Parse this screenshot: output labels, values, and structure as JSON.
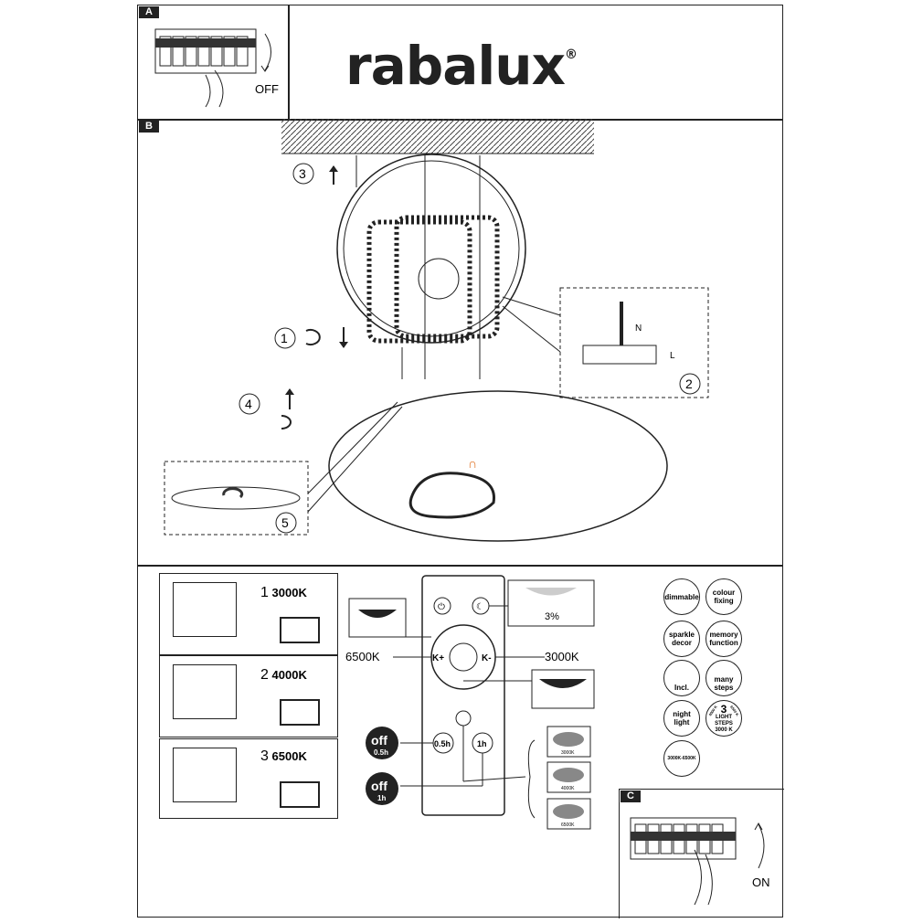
{
  "brand": "rabalux",
  "brand_mark": "®",
  "sections": {
    "a": "A",
    "b": "B",
    "c": "C"
  },
  "step_a": {
    "label": "OFF"
  },
  "step_c": {
    "label": "ON"
  },
  "steps": {
    "s1": "1",
    "s2": "2",
    "s3": "3",
    "s4": "4",
    "s5": "5"
  },
  "wiring": {
    "n": "N",
    "l": "L"
  },
  "modes": [
    {
      "num": "1",
      "kelvin": "3000K"
    },
    {
      "num": "2",
      "kelvin": "4000K"
    },
    {
      "num": "3",
      "kelvin": "6500K"
    }
  ],
  "remote": {
    "k_plus": "K+",
    "k_minus": "K-",
    "half": "0.5h",
    "one": "1h",
    "left_temp": "6500K",
    "right_temp": "3000K",
    "night_pct": "3%"
  },
  "off_timers": [
    {
      "off": "off",
      "time": "0.5h"
    },
    {
      "off": "off",
      "time": "1h"
    }
  ],
  "sparkle_labels": [
    "3000K",
    "4000K",
    "6500K"
  ],
  "features": [
    "dimmable",
    "colour fixing",
    "sparkle decor",
    "memory function",
    "Incl.",
    "many steps",
    "night light",
    "3 LIGHT STEPS",
    "3000K-6500K"
  ],
  "light_steps": {
    "num": "3",
    "label": "LIGHT STEPS",
    "sub": "3000 K",
    "left": "4000 K",
    "right": "6500 K"
  }
}
